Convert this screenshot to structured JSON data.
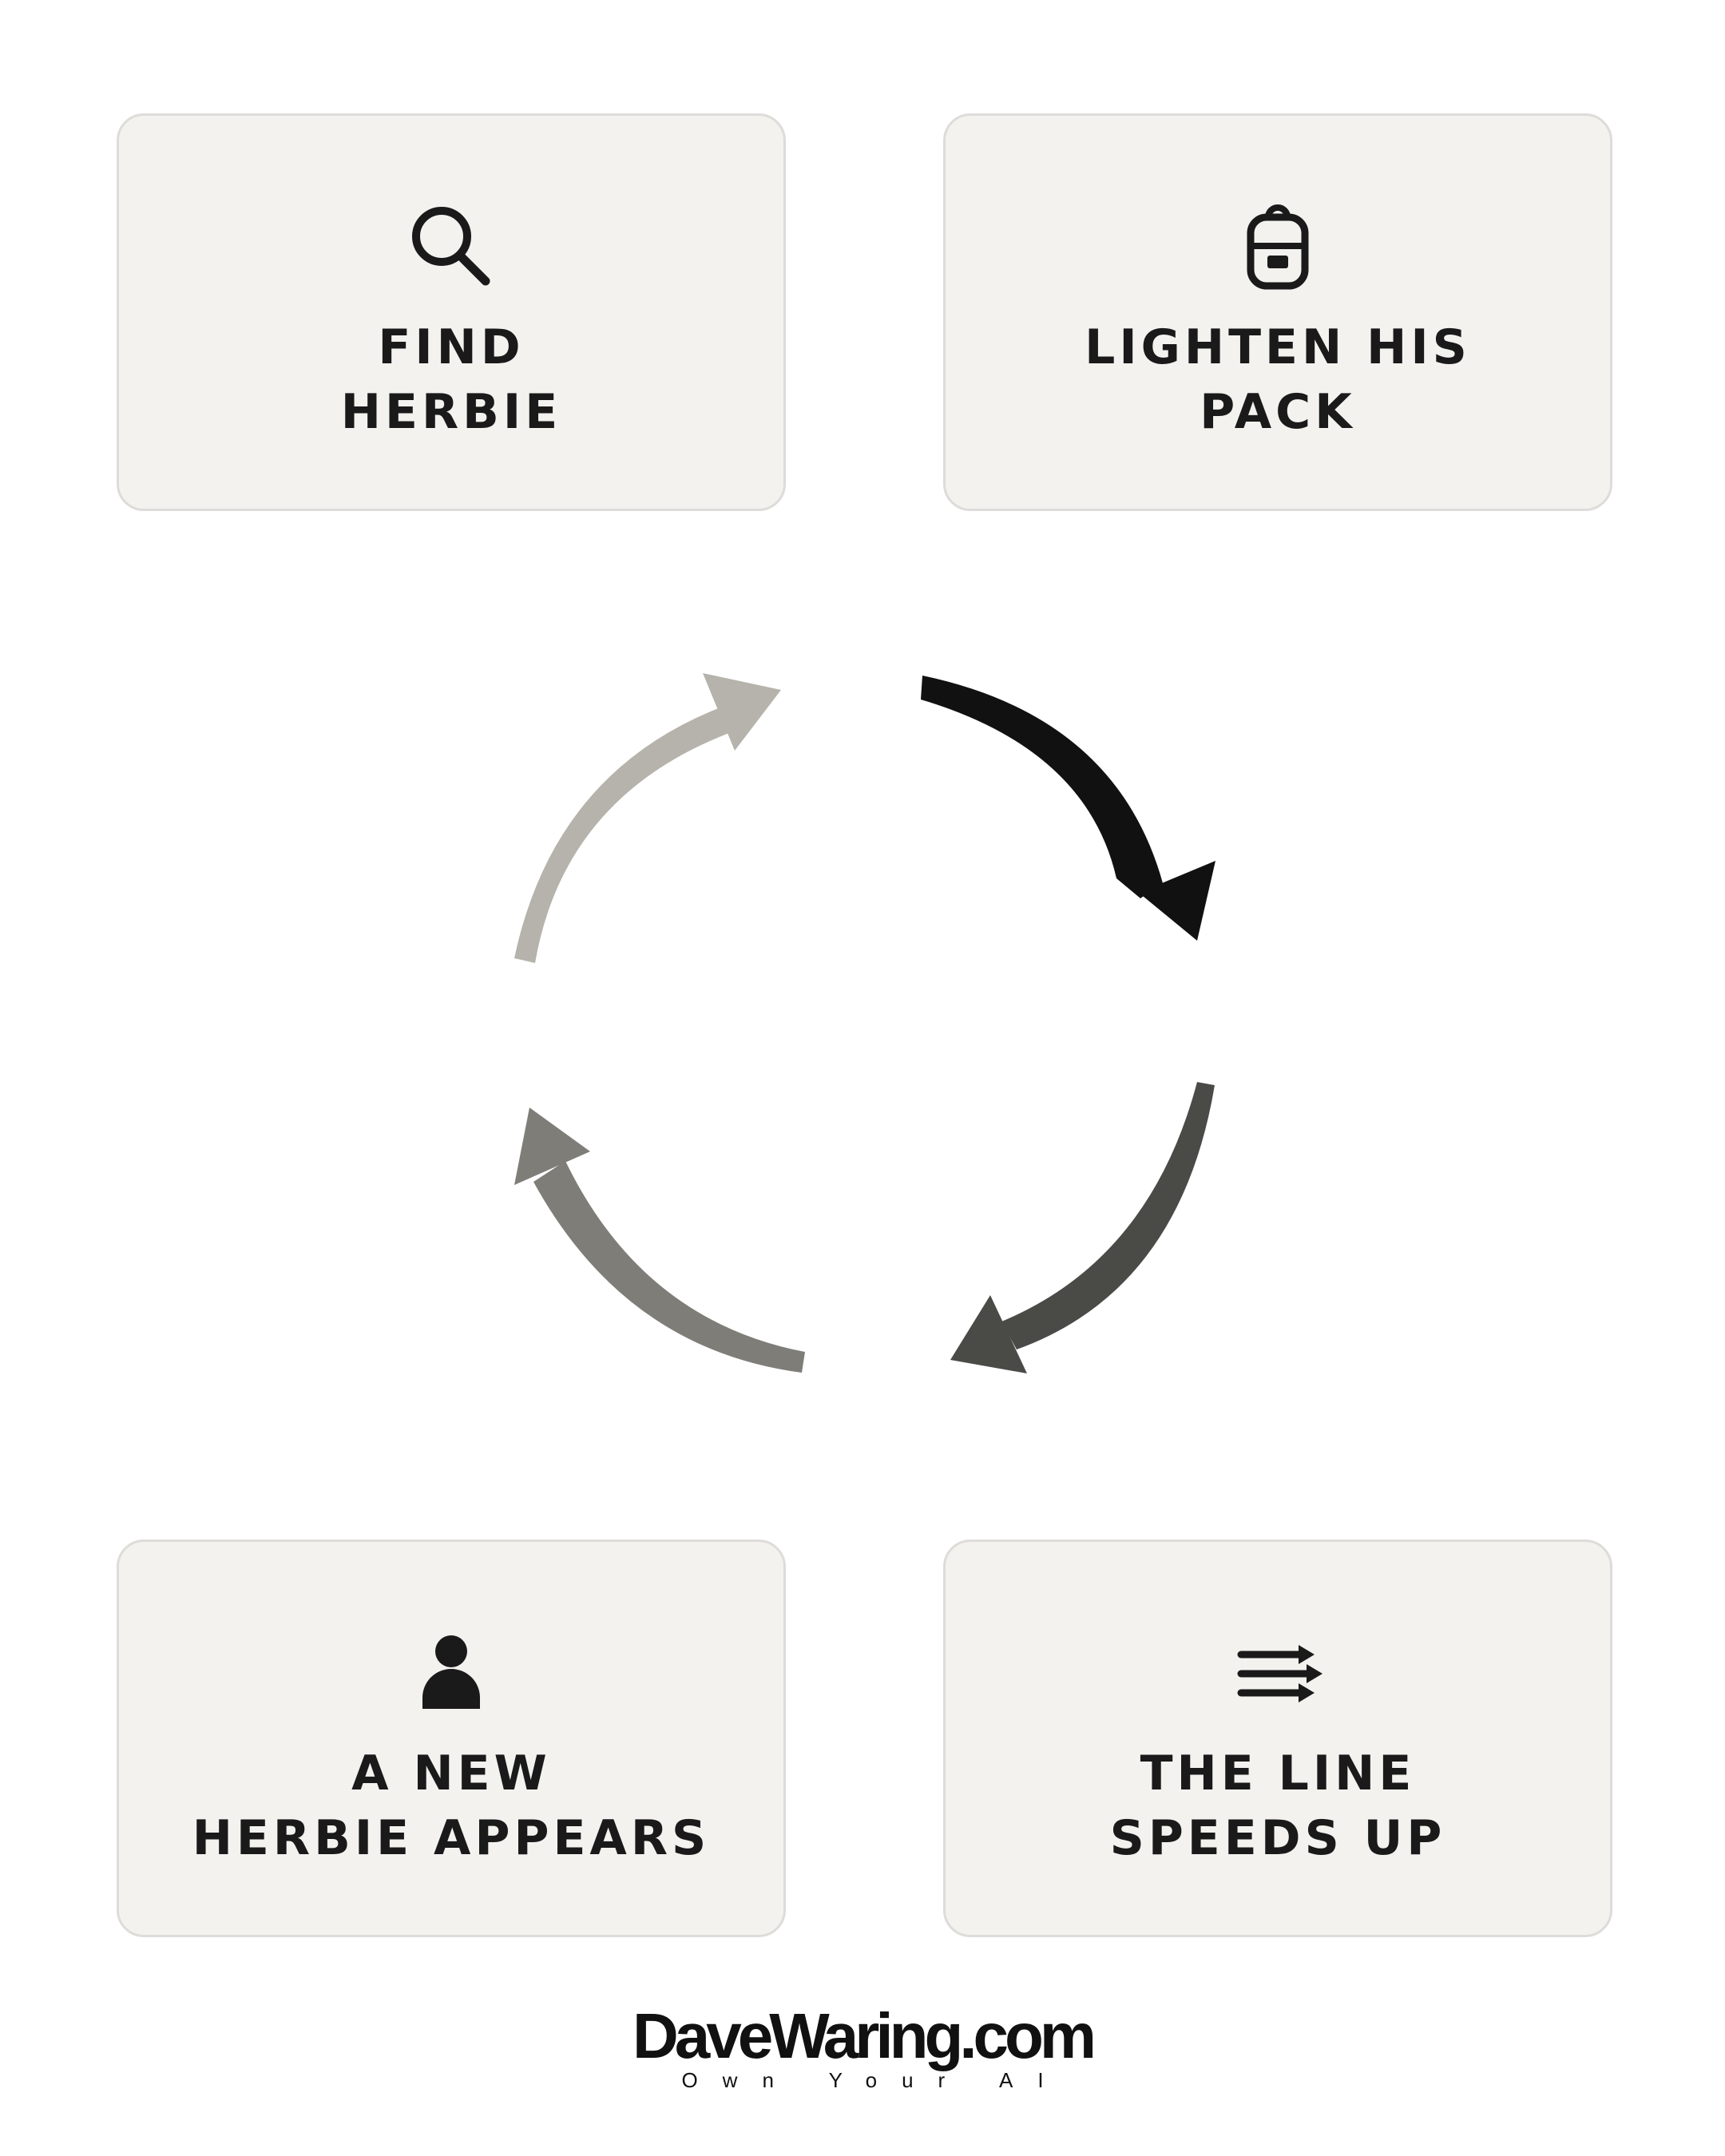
{
  "cards": [
    {
      "id": "find",
      "icon": "search-icon",
      "lines": [
        "FIND",
        "HERBIE"
      ]
    },
    {
      "id": "lighten",
      "icon": "backpack-icon",
      "lines": [
        "LIGHTEN HIS",
        "PACK"
      ]
    },
    {
      "id": "new",
      "icon": "person-icon",
      "lines": [
        "A NEW",
        "HERBIE APPEARS"
      ]
    },
    {
      "id": "speeds",
      "icon": "lines-arrows-icon",
      "lines": [
        "THE LINE",
        "SPEEDS UP"
      ]
    }
  ],
  "cycle": {
    "arrows": [
      {
        "name": "cycle-arrow-top-right",
        "color": "#111111"
      },
      {
        "name": "cycle-arrow-bottom-right",
        "color": "#4a4a46"
      },
      {
        "name": "cycle-arrow-bottom-left",
        "color": "#7e7d78"
      },
      {
        "name": "cycle-arrow-top-left",
        "color": "#b5b3ab"
      }
    ]
  },
  "brand": {
    "name": "DaveWaring.com",
    "tagline": "Own Your AI"
  },
  "colors": {
    "card_background": "#f3f2ef",
    "card_border": "#dedcd8",
    "text": "#1a1a1a"
  }
}
